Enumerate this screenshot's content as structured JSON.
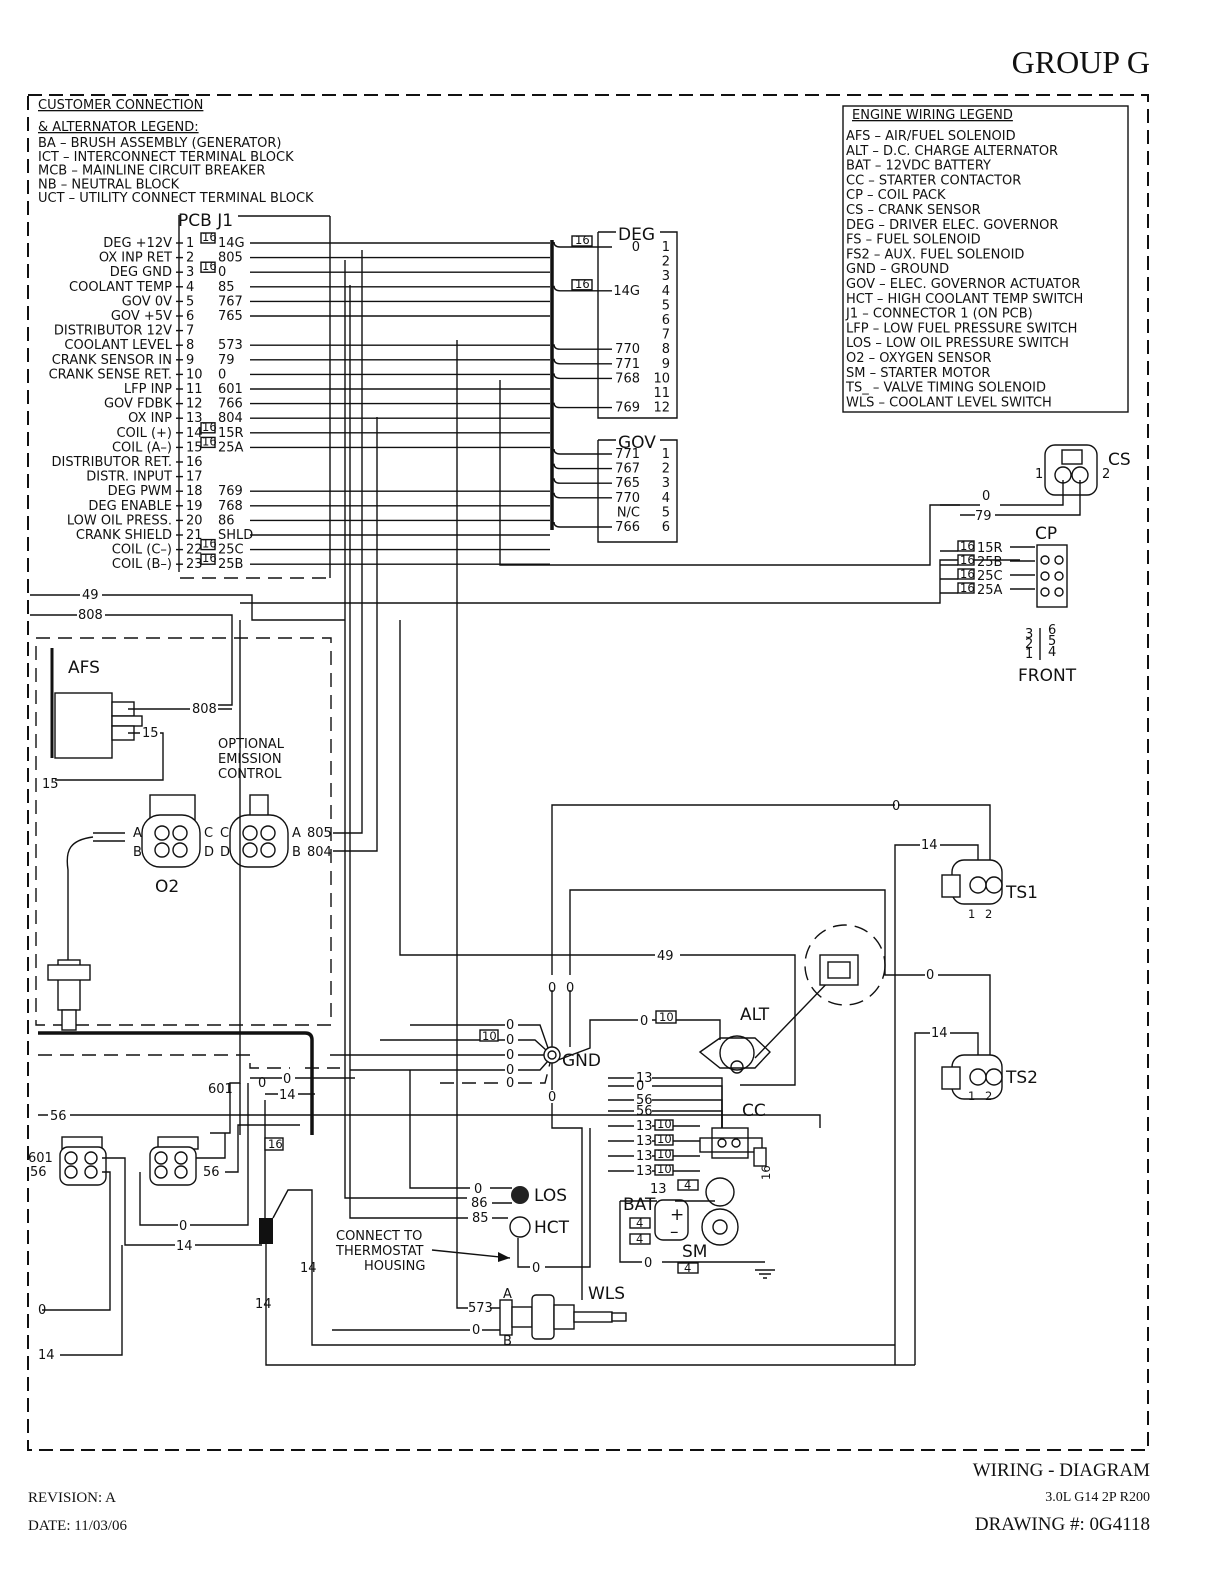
{
  "header": {
    "group": "GROUP G"
  },
  "customer_legend": {
    "title1": "CUSTOMER CONNECTION",
    "title2": "& ALTERNATOR LEGEND:",
    "items": [
      "BA   –  BRUSH ASSEMBLY (GENERATOR)",
      "ICT  –  INTERCONNECT TERMINAL BLOCK",
      "MCB  –  MAINLINE CIRCUIT BREAKER",
      "NB   –  NEUTRAL BLOCK",
      "UCT  –  UTILITY CONNECT TERMINAL BLOCK"
    ]
  },
  "engine_legend": {
    "title": "ENGINE WIRING LEGEND",
    "items": [
      "AFS – AIR/FUEL SOLENOID",
      "ALT – D.C. CHARGE ALTERNATOR",
      "BAT – 12VDC BATTERY",
      "CC  – STARTER CONTACTOR",
      "CP  – COIL PACK",
      "CS  – CRANK SENSOR",
      "DEG – DRIVER ELEC. GOVERNOR",
      "FS  – FUEL SOLENOID",
      "FS2 – AUX. FUEL SOLENOID",
      "GND – GROUND",
      "GOV – ELEC. GOVERNOR ACTUATOR",
      "HCT – HIGH COOLANT TEMP SWITCH",
      "J1  – CONNECTOR 1 (ON PCB)",
      "LFP – LOW FUEL PRESSURE SWITCH",
      "LOS – LOW OIL PRESSURE SWITCH",
      "O2  – OXYGEN SENSOR",
      "SM  – STARTER MOTOR",
      "TS_ – VALVE TIMING SOLENOID",
      "WLS – COOLANT LEVEL SWITCH"
    ]
  },
  "pcb": {
    "title": "PCB  J1",
    "pins": [
      {
        "name": "DEG +12V",
        "pin": "1",
        "wire": "14G",
        "gauge": "16"
      },
      {
        "name": "OX INP RET",
        "pin": "2",
        "wire": "805",
        "gauge": ""
      },
      {
        "name": "DEG GND",
        "pin": "3",
        "wire": "0",
        "gauge": "16"
      },
      {
        "name": "COOLANT TEMP",
        "pin": "4",
        "wire": "85",
        "gauge": ""
      },
      {
        "name": "GOV 0V",
        "pin": "5",
        "wire": "767",
        "gauge": ""
      },
      {
        "name": "GOV +5V",
        "pin": "6",
        "wire": "765",
        "gauge": ""
      },
      {
        "name": "DISTRIBUTOR 12V",
        "pin": "7",
        "wire": "",
        "gauge": ""
      },
      {
        "name": "COOLANT LEVEL",
        "pin": "8",
        "wire": "573",
        "gauge": ""
      },
      {
        "name": "CRANK SENSOR IN",
        "pin": "9",
        "wire": "79",
        "gauge": ""
      },
      {
        "name": "CRANK SENSE RET.",
        "pin": "10",
        "wire": "0",
        "gauge": ""
      },
      {
        "name": "LFP INP",
        "pin": "11",
        "wire": "601",
        "gauge": ""
      },
      {
        "name": "GOV FDBK",
        "pin": "12",
        "wire": "766",
        "gauge": ""
      },
      {
        "name": "OX INP",
        "pin": "13",
        "wire": "804",
        "gauge": ""
      },
      {
        "name": "COIL (+)",
        "pin": "14",
        "wire": "15R",
        "gauge": "16"
      },
      {
        "name": "COIL (A–)",
        "pin": "15",
        "wire": "25A",
        "gauge": "16"
      },
      {
        "name": "DISTRIBUTOR RET.",
        "pin": "16",
        "wire": "",
        "gauge": ""
      },
      {
        "name": "DISTR. INPUT",
        "pin": "17",
        "wire": "",
        "gauge": ""
      },
      {
        "name": "DEG PWM",
        "pin": "18",
        "wire": "769",
        "gauge": ""
      },
      {
        "name": "DEG ENABLE",
        "pin": "19",
        "wire": "768",
        "gauge": ""
      },
      {
        "name": "LOW OIL PRESS.",
        "pin": "20",
        "wire": "86",
        "gauge": ""
      },
      {
        "name": "CRANK SHIELD",
        "pin": "21",
        "wire": "SHLD",
        "gauge": ""
      },
      {
        "name": "COIL (C–)",
        "pin": "22",
        "wire": "25C",
        "gauge": "16"
      },
      {
        "name": "COIL (B–)",
        "pin": "23",
        "wire": "25B",
        "gauge": "16"
      }
    ]
  },
  "deg": {
    "title": "DEG",
    "pins": [
      {
        "wire": "0",
        "pin": "1",
        "gauge": "16"
      },
      {
        "wire": "",
        "pin": "2",
        "gauge": ""
      },
      {
        "wire": "",
        "pin": "3",
        "gauge": ""
      },
      {
        "wire": "14G",
        "pin": "4",
        "gauge": "16"
      },
      {
        "wire": "",
        "pin": "5",
        "gauge": ""
      },
      {
        "wire": "",
        "pin": "6",
        "gauge": ""
      },
      {
        "wire": "",
        "pin": "7",
        "gauge": ""
      },
      {
        "wire": "770",
        "pin": "8",
        "gauge": ""
      },
      {
        "wire": "771",
        "pin": "9",
        "gauge": ""
      },
      {
        "wire": "768",
        "pin": "10",
        "gauge": ""
      },
      {
        "wire": "",
        "pin": "11",
        "gauge": ""
      },
      {
        "wire": "769",
        "pin": "12",
        "gauge": ""
      }
    ]
  },
  "gov": {
    "title": "GOV",
    "pins": [
      {
        "wire": "771",
        "pin": "1"
      },
      {
        "wire": "767",
        "pin": "2"
      },
      {
        "wire": "765",
        "pin": "3"
      },
      {
        "wire": "770",
        "pin": "4"
      },
      {
        "wire": "N/C",
        "pin": "5"
      },
      {
        "wire": "766",
        "pin": "6"
      }
    ]
  },
  "cs": {
    "label": "CS",
    "pin1": "1",
    "pin2": "2",
    "wires": [
      "0",
      "79"
    ]
  },
  "cp": {
    "label": "CP",
    "wires": [
      {
        "gauge": "16",
        "wire": "15R"
      },
      {
        "gauge": "16",
        "wire": "25B"
      },
      {
        "gauge": "16",
        "wire": "25C"
      },
      {
        "gauge": "16",
        "wire": "25A"
      }
    ],
    "terminals": [
      "3",
      "4",
      "2",
      "6",
      "1",
      "5"
    ],
    "cylinders_left": [
      "3",
      "2",
      "1"
    ],
    "cylinders_right": [
      "6",
      "5",
      "4"
    ],
    "front_label": "FRONT"
  },
  "afs": {
    "label": "AFS",
    "wires": [
      "808",
      "15"
    ]
  },
  "harness_wires": [
    "49",
    "808",
    "15"
  ],
  "emission": {
    "label": "OPTIONAL\nEMISSION\nCONTROL",
    "label_lines": [
      "OPTIONAL",
      "EMISSION",
      "CONTROL"
    ],
    "pins_a": "A",
    "pins_b": "B",
    "pins_c": "C",
    "pins_d": "D",
    "wire_a": "805",
    "wire_b": "804"
  },
  "o2": {
    "label": "O2"
  },
  "gnd": {
    "label": "GND",
    "wire_labels": [
      "0",
      "0",
      "0",
      "0",
      "0",
      "0",
      "0",
      "0"
    ],
    "gauge": "10"
  },
  "alt": {
    "label": "ALT",
    "wire": "0",
    "gauge": "10",
    "wire49": "49"
  },
  "ts1": {
    "label": "TS1",
    "pin1": "1",
    "pin2": "2",
    "wires": [
      "14",
      "0"
    ]
  },
  "ts2": {
    "label": "TS2",
    "pin1": "1",
    "pin2": "2",
    "wires": [
      "14",
      "0"
    ]
  },
  "cc": {
    "label": "CC",
    "wires": [
      "13",
      "0",
      "56",
      "56",
      "13",
      "13",
      "13",
      "13"
    ],
    "gauge": "10",
    "side_gauge": "16"
  },
  "bat": {
    "label": "BAT",
    "plus": "+",
    "minus": "–",
    "wire13": "13",
    "gauge": "4"
  },
  "sm": {
    "label": "SM",
    "gauge": "4",
    "wire": "0"
  },
  "los": {
    "label": "LOS",
    "wires": [
      "0",
      "86"
    ]
  },
  "hct": {
    "label": "HCT",
    "wire": "85",
    "note_lines": [
      "CONNECT TO",
      "THERMOSTAT",
      "HOUSING"
    ],
    "ground_wire": "0"
  },
  "wls": {
    "label": "WLS",
    "pin_a": "A",
    "pin_b": "B",
    "wires": [
      "573",
      "0"
    ]
  },
  "lower_left": {
    "wires": [
      "601",
      "0",
      "0",
      "14",
      "56",
      "601",
      "56",
      "56",
      "0",
      "14",
      "0",
      "14",
      "14",
      "14"
    ],
    "gauge": "16"
  },
  "footer": {
    "title": "WIRING - DIAGRAM",
    "model": "3.0L G14 2P R200",
    "drawing": "DRAWING #: 0G4118",
    "revision": "REVISION: A",
    "date": "DATE: 11/03/06"
  }
}
